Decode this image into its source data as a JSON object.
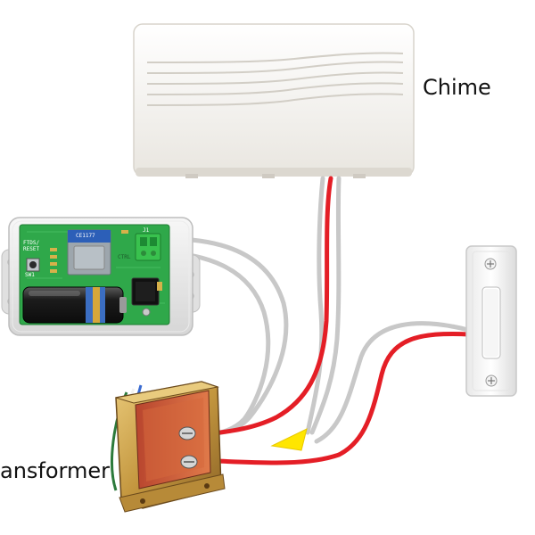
{
  "labels": {
    "chime": "Chime",
    "transformer": "ansformer"
  },
  "module": {
    "chip_text": "CE1177",
    "side_text_1": "FTDS/",
    "side_text_2": "RESET",
    "side_text_3": "SW1",
    "connector_text": "J1",
    "board_text": "CTRL"
  },
  "colors": {
    "wire_red": "#e41e26",
    "wire_gray": "#c8c8c8",
    "arrow_yellow": "#ffe600",
    "pcb_green": "#2fa84a",
    "chime_body": "#f4f2ee",
    "transformer_metal": "#c9a24a"
  }
}
